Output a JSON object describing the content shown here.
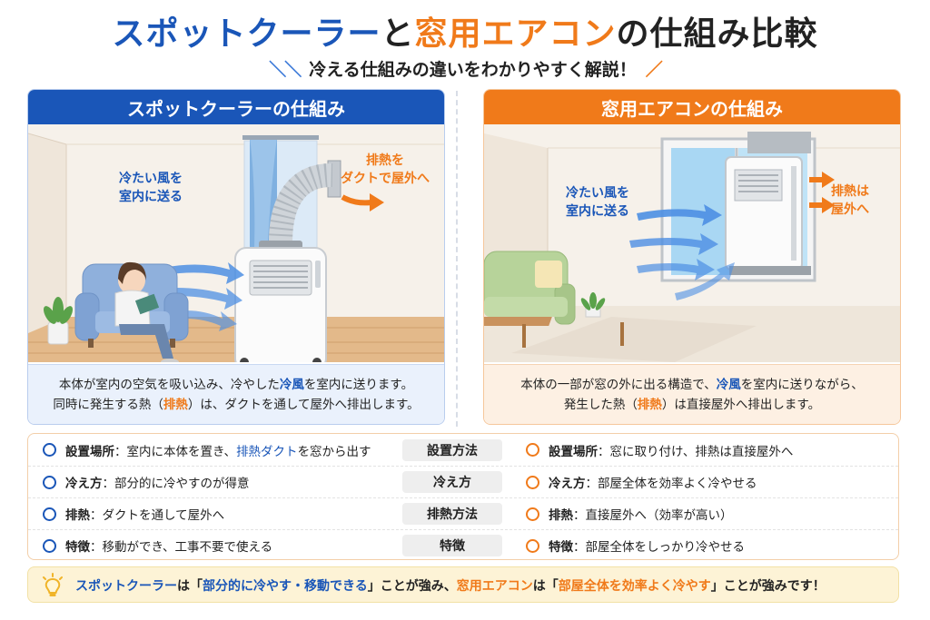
{
  "title": {
    "part1": "スポットクーラー",
    "part2": "と",
    "part3": "窓用エアコン",
    "part4": "の仕組み比較"
  },
  "subtitle": "冷える仕組みの違いをわかりやすく解説！",
  "left_panel": {
    "header": "スポットクーラーの仕組み",
    "cool_label_1": "冷たい風を",
    "cool_label_2": "室内に送る",
    "heat_label_1": "排熱を",
    "heat_label_2": "ダクトで屋外へ",
    "caption": {
      "l1a": "本体が室内の空気を吸い込み、冷やした",
      "l1b": "冷風",
      "l1c": "を室内に送ります。",
      "l2a": "同時に発生する熱（",
      "l2b": "排熱",
      "l2c": "）は、ダクトを通して屋外へ排出します。"
    }
  },
  "right_panel": {
    "header": "窓用エアコンの仕組み",
    "cool_label_1": "冷たい風を",
    "cool_label_2": "室内に送る",
    "heat_label_1": "排熱は",
    "heat_label_2": "屋外へ",
    "caption": {
      "l1a": "本体の一部が窓の外に出る構造で、",
      "l1b": "冷風",
      "l1c": "を室内に送りながら、",
      "l2a": "発生した熱（",
      "l2b": "排熱",
      "l2c": "）は直接屋外へ排出します。"
    }
  },
  "comparison": {
    "rows": [
      {
        "left_key": "設置場所",
        "left_val_a": "：室内に本体を置き、",
        "left_val_b": "排熱ダクト",
        "left_val_c": "を窓から出す",
        "middle": "設置方法",
        "right_key": "設置場所",
        "right_val": "：窓に取り付け、排熱は直接屋外へ"
      },
      {
        "left_key": "冷え方",
        "left_val_a": "：部分的に冷やすのが得意",
        "left_val_b": "",
        "left_val_c": "",
        "middle": "冷え方",
        "right_key": "冷え方",
        "right_val": "：部屋全体を効率よく冷やせる"
      },
      {
        "left_key": "排熱",
        "left_val_a": "：ダクトを通して屋外へ",
        "left_val_b": "",
        "left_val_c": "",
        "middle": "排熱方法",
        "right_key": "排熱",
        "right_val": "：直接屋外へ（効率が高い）"
      },
      {
        "left_key": "特徴",
        "left_val_a": "：移動ができ、工事不要で使える",
        "left_val_b": "",
        "left_val_c": "",
        "middle": "特徴",
        "right_key": "特徴",
        "right_val": "：部屋全体をしっかり冷やせる"
      }
    ]
  },
  "summary": {
    "p1": "スポットクーラー",
    "p2": "は「",
    "p3": "部分的に冷やす・移動できる",
    "p4": "」ことが強み、",
    "p5": "窓用エアコン",
    "p6": "は「",
    "p7": "部屋全体を効率よく冷やす",
    "p8": "」ことが強みです！"
  },
  "colors": {
    "blue": "#1a56b8",
    "orange": "#f07a1a",
    "light_blue_bg": "#eaf1fc",
    "light_orange_bg": "#fdf0e3",
    "summary_bg": "#fdf3d6"
  },
  "icons": [
    "lightbulb-icon",
    "circle-bullet-icon",
    "arrow-icon"
  ]
}
